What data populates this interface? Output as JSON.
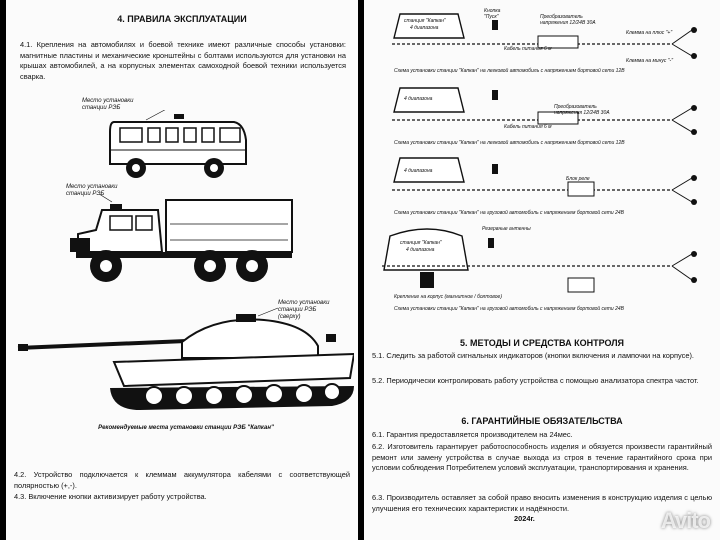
{
  "left": {
    "section4_title": "4. ПРАВИЛА ЭКСПЛУАТАЦИИ",
    "p41": "4.1. Крепления на автомобилях и боевой технике имеют различные способы установки: магнитные пластины и механические кронштейны с болтами используются для установки на крышах автомобилей, а на корпусных элементах самоходной боевой техники используется сварка.",
    "van_caption": "Место установки станции РЭБ",
    "truck_caption": "Место установки станции РЭБ",
    "tank_caption": "Место установки станции РЭБ (сверху)",
    "tank_caption_bottom": "Рекомендуемые места установки станции РЭБ \"Капкан\"",
    "p42": "4.2. Устройство подключается к клеммам аккумулятора кабелями с соответствующей полярностью (+,-).",
    "p43": "4.3. Включение кнопки активизирует работу устройства."
  },
  "right": {
    "station_label": "станция \"Капкан\"",
    "station_ranges": "4 диапазона",
    "button_label": "Кнопка \"Пуск\"",
    "converter_label": "Преобразователь напряжения 12/24В 30А",
    "power_cable": "Кабель питания 6 м",
    "power_cable_short": "Кабель питания 0,5 м",
    "terminal_plus": "Клемма на плюс \"+\"",
    "terminal_minus": "Клемма на минус \"-\"",
    "block_label": "Блок реле",
    "scheme1": "Схема установки станции \"Капкан\" на легковой автомобиль с напряжением бортовой сети 12В",
    "scheme2": "Схема установки станции \"Капкан\" на легковой автомобиль с напряжением бортовой сети 12В",
    "scheme3": "Схема установки станции \"Капкан\" на грузовой автомобиль с напряжением бортовой сети 24В",
    "scheme4": "Схема установки станции \"Капкан\" на грузовой автомобиль с напряжением бортовой сети 24В",
    "station4_title": "станция \"Капкан\"",
    "station4_sub": "4 диапазона",
    "controller_label": "Резервные антенны",
    "body_mount": "Крепление на корпус (магнитное / болтовое)",
    "section5_title": "5.   МЕТОДЫ И СРЕДСТВА КОНТРОЛЯ",
    "p51": "5.1.  Следить за работой сигнальных индикаторов (кнопки включения и лампочки на корпусе).",
    "p52": "5.2.  Периодически контролировать работу устройства с помощью анализатора спектра частот.",
    "section6_title": "6.   ГАРАНТИЙНЫЕ  ОБЯЗАТЕЛЬСТВА",
    "p61": "6.1. Гарантия предоставляется производителем на 24мес.",
    "p62": "6.2. Изготовитель гарантирует работоспособность изделия и обязуется произвести гарантийный ремонт или замену устройства в случае выхода из строя в течение гарантийного срока при условии соблюдения Потребителем условий эксплуатации, транспортирования и хранения.",
    "p63": "6.3. Производитель оставляет за собой право вносить изменения в конструкцию изделия с целью улучшения его технических характеристик и надёжности.",
    "year": "2024г."
  },
  "watermark": "Avito"
}
